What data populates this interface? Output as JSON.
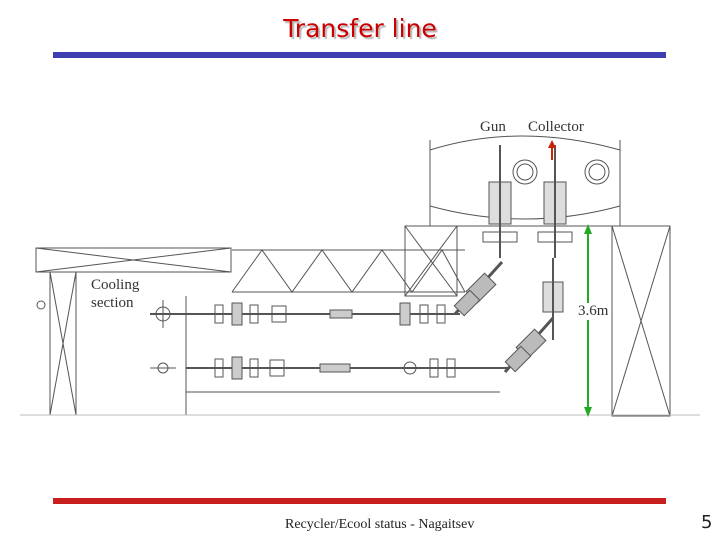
{
  "title": "Transfer line",
  "labels": {
    "gun": "Gun",
    "collector": "Collector",
    "cooling_line1": "Cooling",
    "cooling_line2": "section",
    "height": "3.6m"
  },
  "footer": "Recycler/Ecool status - Nagaitsev",
  "page_number": "5",
  "colors": {
    "title": "#cc0000",
    "top_rule": "#3d3fb0",
    "bottom_rule": "#c81e1e",
    "dimension_line": "#22aa22",
    "gun_arrow": "#cc2200"
  }
}
